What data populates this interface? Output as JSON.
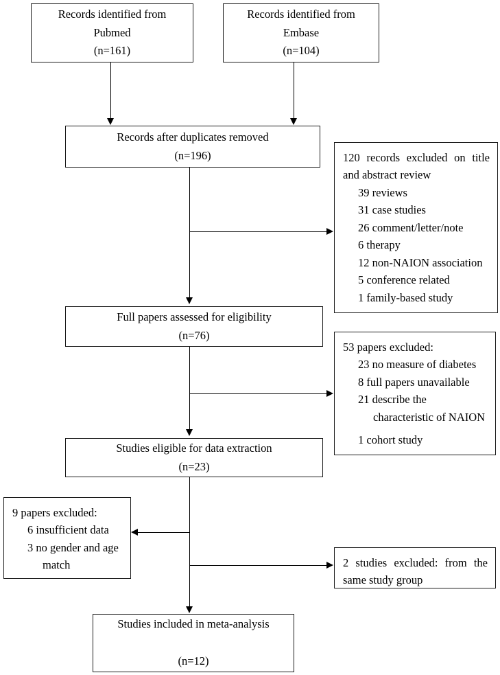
{
  "figure": {
    "type": "prisma-flow-diagram",
    "stroke_color": "#1a1a1a",
    "background_color": "#ffffff"
  },
  "boxes": {
    "source_pubmed": {
      "line1": "Records identified from",
      "line2": "Pubmed",
      "line3": "(n=161)"
    },
    "source_embase": {
      "line1": "Records identified from",
      "line2": "Embase",
      "line3": "(n=104)"
    },
    "duplicates_removed": {
      "line1": "Records after duplicates removed",
      "line2": "(n=196)"
    },
    "full_papers": {
      "line1": "Full papers assessed for eligibility",
      "line2": "(n=76)"
    },
    "eligible_extraction": {
      "line1": "Studies eligible for data extraction",
      "line2": "(n=23)"
    },
    "included_meta": {
      "line1": "Studies included in meta-analysis",
      "line2": "(n=12)"
    }
  },
  "exclusions": {
    "title_abstract": {
      "head1": "120 records excluded on title",
      "head2": "and abstract review",
      "items": [
        "39 reviews",
        "31 case studies",
        "26 comment/letter/note",
        "6 therapy",
        "12 non-NAION association",
        "5 conference related",
        "1 family-based study"
      ]
    },
    "full_text": {
      "head": "53 papers excluded:",
      "item1": "23 no measure of diabetes",
      "item2": "8 full papers unavailable",
      "item3": "21 describe the",
      "item3_cont": "characteristic of NAION",
      "item4": "1 cohort study"
    },
    "data_quality": {
      "head": "9 papers excluded:",
      "item1": "6 insufficient data",
      "item2": "3 no gender and age",
      "item2_cont": "match"
    },
    "same_group": {
      "line1": "2 studies excluded: from the",
      "line2": "same study group"
    }
  }
}
